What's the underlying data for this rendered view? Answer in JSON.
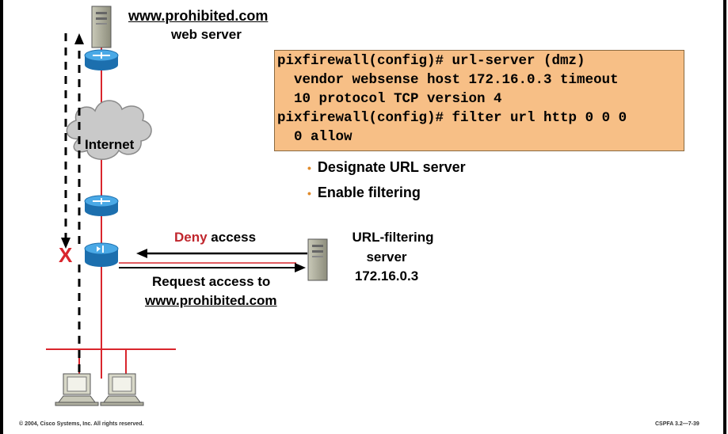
{
  "web_server": {
    "url": "www.prohibited.com",
    "caption": "web server"
  },
  "cloud_label": "Internet",
  "config": {
    "lines": [
      "pixfirewall(config)# url-server (dmz)",
      "  vendor websense host 172.16.0.3 timeout",
      "  10 protocol TCP version 4",
      "pixfirewall(config)# filter url http 0 0 0",
      "  0 allow"
    ]
  },
  "bullets": [
    "Designate URL server",
    "Enable filtering"
  ],
  "deny": {
    "word": "Deny",
    "rest": " access",
    "color": "#c0262d"
  },
  "request": {
    "line1": "Request access to",
    "line2": "www.prohibited.com"
  },
  "url_filter": {
    "line1": "URL-filtering",
    "line2": "server",
    "line3": "172.16.0.3"
  },
  "block_mark": "X",
  "footer": {
    "left": "© 2004, Cisco Systems, Inc. All rights reserved.",
    "right": "CSPFA 3.2—7-39"
  },
  "colors": {
    "network_line": "#d9262d",
    "config_fill": "#f7bf86",
    "router": "#2a8fd0",
    "bullet_dot": "#e08a2a"
  }
}
